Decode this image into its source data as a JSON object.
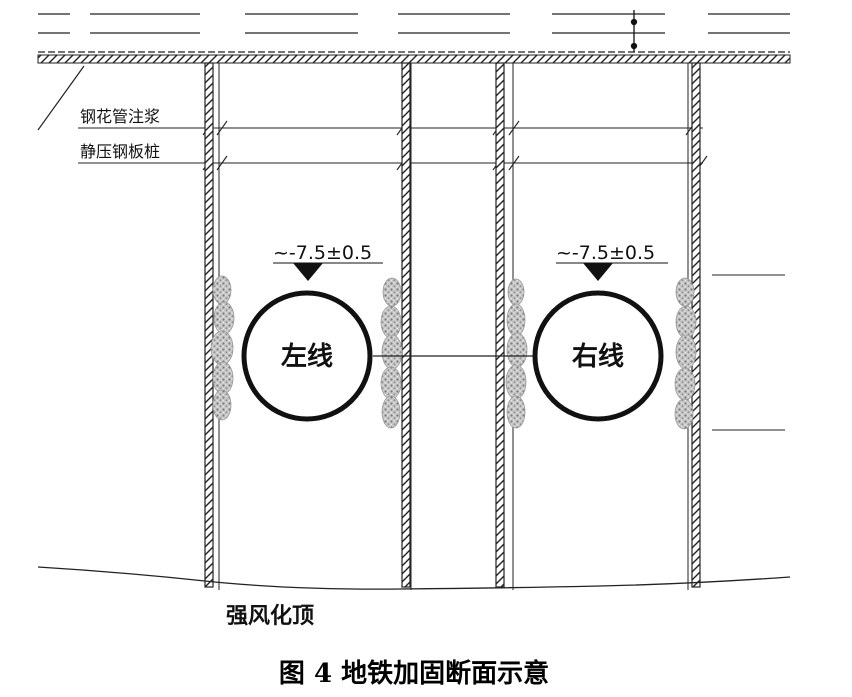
{
  "labels": {
    "steel_pipe_grouting": "钢花管注浆",
    "static_sheet_pile": "静压钢板桩",
    "elevation_left": "~-7.5±0.5",
    "elevation_right": "~-7.5±0.5",
    "left_line": "左线",
    "right_line": "右线",
    "stratum": "强风化顶"
  },
  "caption": "图 4  地铁加固断面示意"
}
